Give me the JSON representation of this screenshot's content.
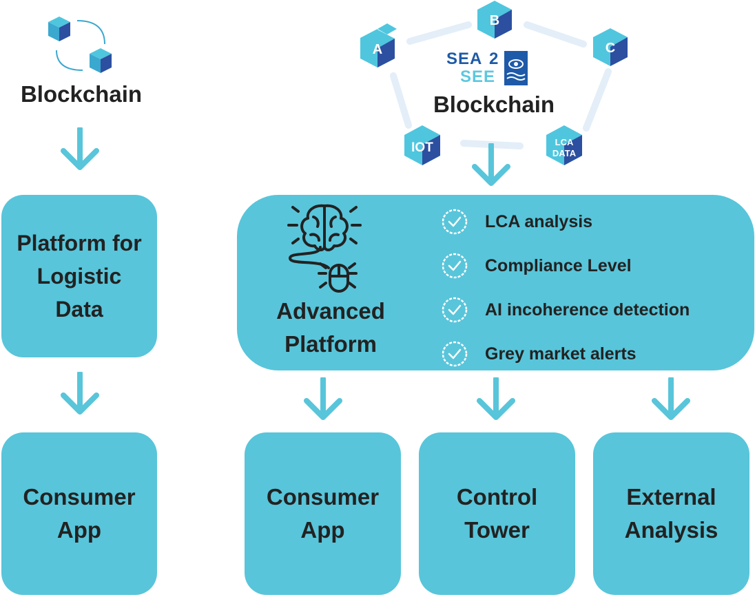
{
  "left": {
    "blockchain_label": "Blockchain",
    "platform_label": [
      "Platform for",
      "Logistic",
      "Data"
    ],
    "consumer_label": [
      "Consumer",
      "App"
    ]
  },
  "right": {
    "logo": {
      "line1": "SEA",
      "digit": "2",
      "line2": "SEE"
    },
    "blockchain_label": "Blockchain",
    "nodes": [
      "A",
      "B",
      "C",
      "IOT",
      "LCA",
      "DATA"
    ],
    "platform_label": [
      "Advanced",
      "Platform"
    ],
    "features": [
      "LCA analysis",
      "Compliance Level",
      "AI incoherence detection",
      "Grey market alerts"
    ],
    "outputs": [
      {
        "line1": "Consumer",
        "line2": "App"
      },
      {
        "line1": "Control",
        "line2": "Tower"
      },
      {
        "line1": "External",
        "line2": "Analysis"
      }
    ]
  },
  "colors": {
    "box": "#58c5da",
    "arrow": "#58c5da",
    "cube_top": "#4fc6de",
    "cube_left": "#3aa8cf",
    "cube_right": "#2c4fa0",
    "link": "#e3eef8",
    "logo_dark": "#1e5aa8",
    "logo_light": "#5bc8e0"
  }
}
